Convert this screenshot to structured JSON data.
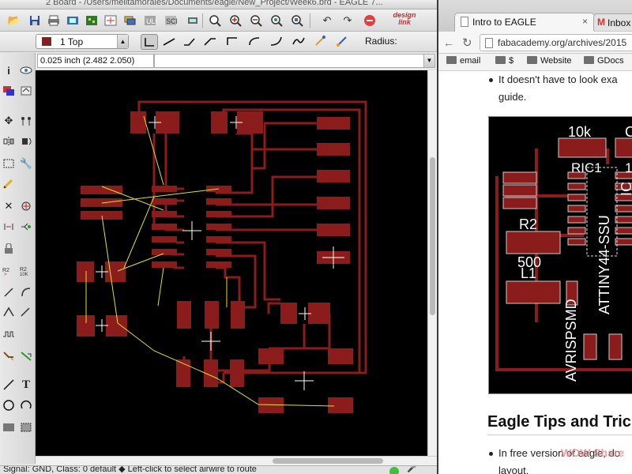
{
  "eagle": {
    "title": "2 Board - /Users/melitamorales/Documents/eagle/New_Project/Week6.brd - EAGLE 7...",
    "brand_badge": "design link",
    "layer": {
      "name": "1 Top",
      "color": "#8b1c1c"
    },
    "radius_label": "Radius:",
    "coordinates": "0.025 inch (2.482 2.050)",
    "status": "Signal: GND, Class: 0 default  ◆ Left-click to select airwire to route",
    "board_colors": {
      "copper": "#8b1c1c",
      "airwire": "#e0e020",
      "background": "#000000"
    }
  },
  "chrome": {
    "tabs": [
      {
        "label": "Intro to EAGLE",
        "close": "×"
      },
      {
        "label": "Inbox (",
        "icon": "M"
      }
    ],
    "url": "fabacademy.org/archives/2015",
    "bookmarks": [
      "email",
      "$",
      "Website",
      "GDocs"
    ],
    "content": {
      "bullet1_line1": "It doesn't have to look exa",
      "bullet1_line2": "guide.",
      "schematic_labels": {
        "r10k": "10k",
        "c": "C",
        "ric": "RIC1",
        "one": "1",
        "r2": "R2",
        "r500": "500",
        "l1": "L1",
        "attiny": "ATTINY44-SSU",
        "ic": "IC",
        "avr": "AVRISPSMD"
      },
      "heading": "Eagle Tips and Tric",
      "bullet2_line1": "In free version of eagle, do",
      "bullet2_line2": "layout.",
      "watermark": "WOW Share"
    }
  }
}
